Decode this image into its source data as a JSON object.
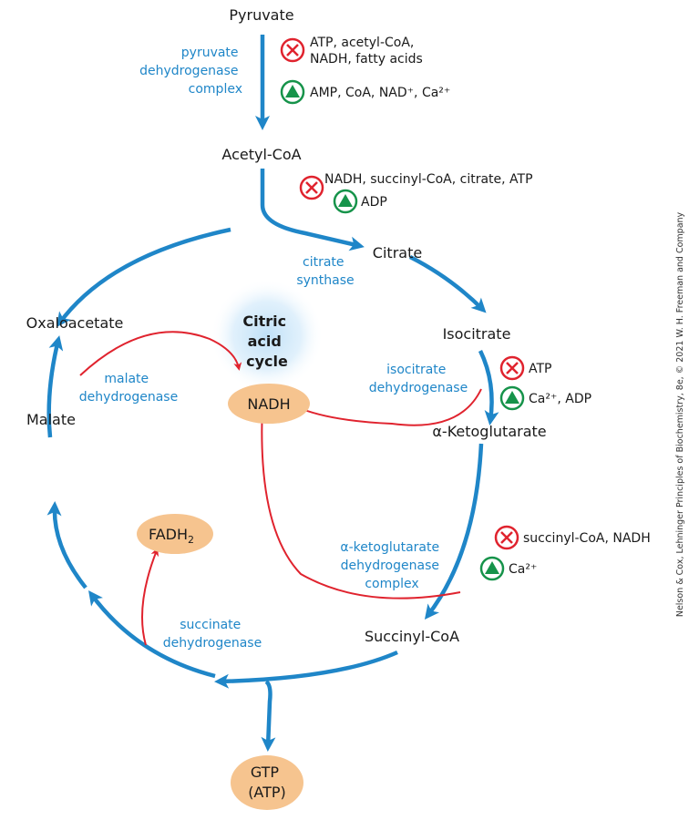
{
  "colors": {
    "flux_arrow": "#1f86c8",
    "feedback_arrow": "#e0232e",
    "enzyme_text": "#1f86c8",
    "inhibitor": "#e0232e",
    "activator": "#16934a",
    "product_fill": "#f6c48f",
    "cycle_glow": "#bfe0f7"
  },
  "icons": {
    "inhibitor": "circled-x-icon",
    "activator": "circled-triangle-icon"
  },
  "metabolites": {
    "pyruvate": "Pyruvate",
    "acetyl_coa": "Acetyl-CoA",
    "citrate": "Citrate",
    "isocitrate": "Isocitrate",
    "alpha_ketoglutarate": "α-Ketoglutarate",
    "succinyl_coa": "Succinyl-CoA",
    "malate": "Malate",
    "oxaloacetate": "Oxaloacetate"
  },
  "cycle_label": [
    "Citric",
    "acid",
    "cycle"
  ],
  "products": {
    "nadh": "NADH",
    "fadh2": "FADH",
    "fadh2_sub": "2",
    "gtp": [
      "GTP",
      "(ATP)"
    ]
  },
  "enzymes": {
    "pdh": [
      "pyruvate",
      "dehydrogenase",
      "complex"
    ],
    "citrate_synthase": [
      "citrate",
      "synthase"
    ],
    "isocitrate_dh": [
      "isocitrate",
      "dehydrogenase"
    ],
    "akg_dh": [
      "α-ketoglutarate",
      "dehydrogenase",
      "complex"
    ],
    "succinate_dh": [
      "succinate",
      "dehydrogenase"
    ],
    "malate_dh": [
      "malate",
      "dehydrogenase"
    ]
  },
  "regulators": {
    "pdh_inhibitors": [
      "ATP, acetyl-CoA,",
      "NADH, fatty acids"
    ],
    "pdh_activators": "AMP, CoA, NAD⁺, Ca²⁺",
    "cs_inhibitors": "NADH, succinyl-CoA, citrate, ATP",
    "cs_activators": "ADP",
    "idh_inhibitors": "ATP",
    "idh_activators": "Ca²⁺, ADP",
    "akg_inhibitors": "succinyl-CoA, NADH",
    "akg_activators": "Ca²⁺"
  },
  "credit": "Nelson & Cox, Lehninger Principles of Biochemistry, 8e, © 2021 W. H. Freeman and Company"
}
